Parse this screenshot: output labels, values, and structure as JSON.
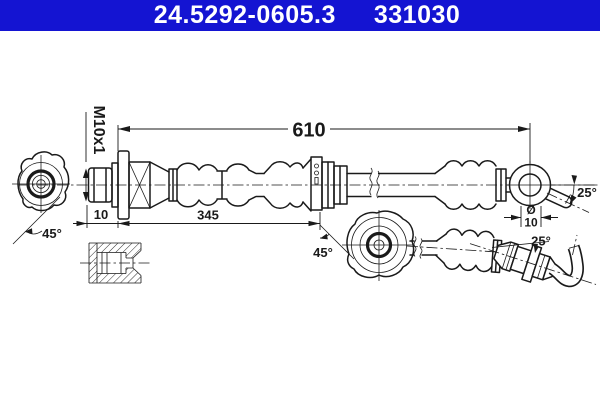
{
  "header": {
    "part_number": "24.5292-0605.3",
    "reference_number": "331030",
    "bg_color": "#1414d2",
    "text_color": "#ffffff"
  },
  "drawing": {
    "line_color": "#1a1a1a",
    "background": "#ffffff",
    "dim_total_length": "610",
    "dim_thread": "M10x1",
    "dim_thread_length": "10",
    "dim_nut_to_bracket": "345",
    "dim_left_fitting_angle": "45°",
    "dim_bracket_angle": "45°",
    "dim_banjo_bore_diameter_symbol": "Ø",
    "dim_banjo_bore_diameter": "10",
    "dim_banjo_stub_angle": "25°",
    "dim_end_bend_angle": "25°"
  }
}
